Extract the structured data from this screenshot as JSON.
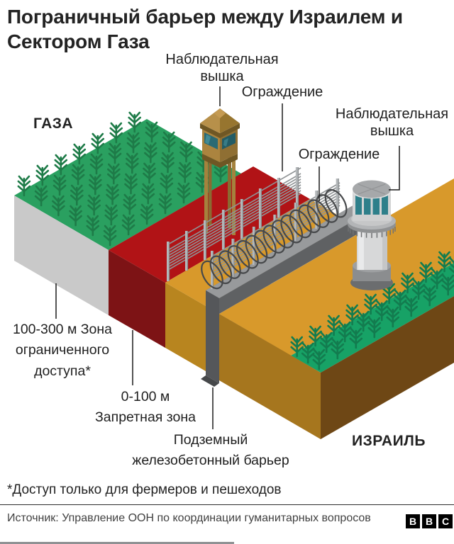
{
  "title_lines": [
    "Пограничный барьер между Израилем и",
    "Сектором Газа"
  ],
  "labels": {
    "watchtower_left": [
      "Наблюдательная",
      "вышка"
    ],
    "fence_left": "Ограждение",
    "watchtower_right": [
      "Наблюдательная",
      "вышка"
    ],
    "fence_right": "Ограждение",
    "gaza": "ГАЗА",
    "israel": "ИЗРАИЛЬ",
    "restricted_zone": [
      "100-300 м Зона",
      "ограниченного",
      "доступа*"
    ],
    "forbidden_zone": [
      "0-100 м",
      "Запретная зона"
    ],
    "underground_barrier": [
      "Подземный",
      "железобетонный барьер"
    ]
  },
  "footnote": "*Доступ только для фермеров и пешеходов",
  "source": "Источник: Управление ООН по координации гуманитарных вопросов",
  "bbc": [
    "B",
    "B",
    "C"
  ],
  "colors": {
    "green_gaza": "#2aa060",
    "green_israel": "#17a266",
    "plant_gaza": "#1e7b48",
    "plant_israel": "#137c4f",
    "gray_face": "#c9c9c9",
    "red_top": "#b11316",
    "red_face": "#7d1315",
    "ochre_top": "#d8992b",
    "ochre_face": "#b8851f",
    "israel_sw_face": "#a6761e",
    "israel_se_face": "#6e4715",
    "wall": "#707274",
    "wall_light": "#989a9c",
    "wall_dark": "#55575a",
    "wall_cap": "#46484a",
    "fence_post": "#b4b8ba",
    "fence_wire": "#8f9395",
    "razor_wire": "#46484a",
    "leader_line": "#1a1a1a"
  }
}
